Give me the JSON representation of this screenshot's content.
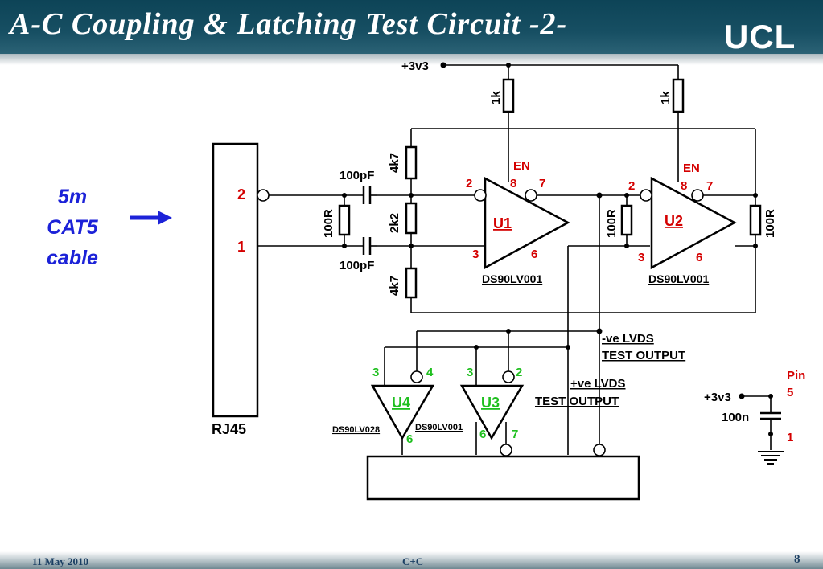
{
  "slide": {
    "title": "A-C Coupling & Latching Test Circuit -2-",
    "logo": "UCL",
    "footer_date": "11 May 2010",
    "footer_center": "C+C",
    "page_number": "8"
  },
  "cable": {
    "line1": "5m",
    "line2": "CAT5",
    "line3": "cable"
  },
  "connector": {
    "name": "RJ45",
    "pin_top": "2",
    "pin_bottom": "1"
  },
  "supply": {
    "label": "+3v3",
    "right_label": "+3v3"
  },
  "components": {
    "pullup_1": "1k",
    "pullup_2": "1k",
    "r_top": "4k7",
    "r_mid": "2k2",
    "r_bottom": "4k7",
    "r_term_in": "100R",
    "r_term_u1": "100R",
    "r_term_u2": "100R",
    "cap_top": "100pF",
    "cap_bottom": "100pF",
    "cap_decoupling": "100n"
  },
  "u1": {
    "name": "U1",
    "part": "DS90LV001",
    "en": "EN",
    "pin_in_neg": "2",
    "pin_en": "8",
    "pin_out_neg": "7",
    "pin_in_pos": "3",
    "pin_out_pos": "6"
  },
  "u2": {
    "name": "U2",
    "part": "DS90LV001",
    "en": "EN",
    "pin_in_neg": "2",
    "pin_en": "8",
    "pin_out_neg": "7",
    "pin_in_pos": "3",
    "pin_out_pos": "6"
  },
  "u4": {
    "name": "U4",
    "part": "DS90LV028",
    "pin_in_a": "3",
    "pin_in_b": "4",
    "pin_out": "6"
  },
  "u3": {
    "name": "U3",
    "part": "DS90LV001",
    "pin_in_a": "3",
    "pin_in_b": "2",
    "pin_out_a": "6",
    "pin_out_b": "7"
  },
  "outputs": {
    "neg_line1": "-ve LVDS",
    "neg_line2": "TEST OUTPUT",
    "pos_line1": "+ve LVDS",
    "pos_line2": "TEST OUTPUT"
  },
  "decoupling": {
    "pin_label": "Pin",
    "pin_top": "5",
    "pin_bottom": "1"
  },
  "colors": {
    "red_label": "#d40000",
    "green_label": "#1fbf1f",
    "blue_label": "#1c22d8",
    "header": "#174f63"
  }
}
